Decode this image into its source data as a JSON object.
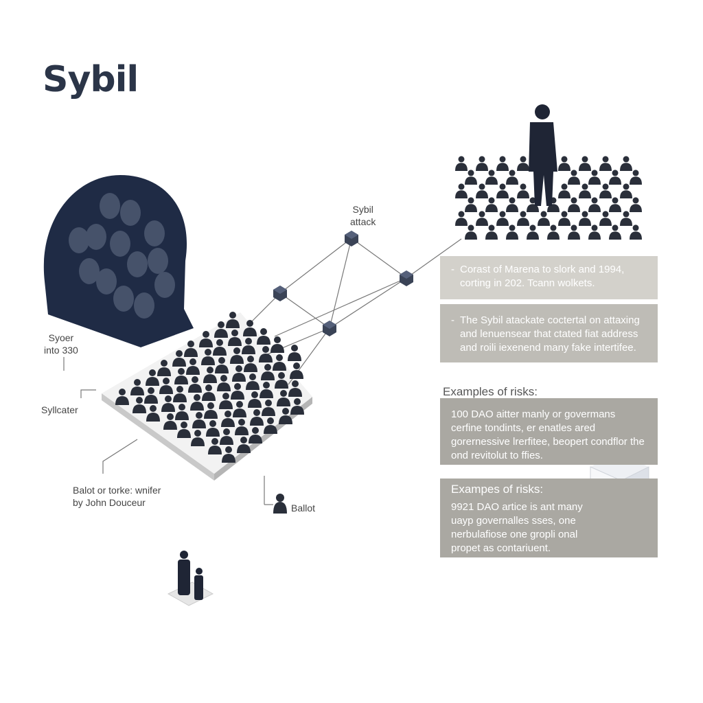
{
  "title": "Sybil",
  "network_label": "Sybil\nattack",
  "labels": {
    "syoer": "Syoer\ninto 330",
    "syllcater": "Syllcater",
    "balot": "Balot or torke: wnifer\nby John Douceur",
    "ballot": "Ballot"
  },
  "boxes": [
    {
      "bullet": "-",
      "text": "Corast of Marena to slork and 1994, corting in 202. Tcann wolkets."
    },
    {
      "bullet": "-",
      "text": "The Sybil atackate coctertal on attaxing and lenuensear that ctated fiat address and roili iexenend many fake intertifee."
    },
    {
      "text": "100 DAO aitter manly or govermans cerfine tondints, er enatles ared gorernessive lrerfitee, beopert condflor the ond revitolut to ffies."
    },
    {
      "heading": "Exampes of risks:",
      "text": "9921 DAO artice is ant many uayp governalles sses, one nerbulafiose one gropli onal propet as contariuent."
    }
  ],
  "risks_heading": "Examples of risks:",
  "colors": {
    "navy": "#1f2b45",
    "figure": "#2a2f3a",
    "node": "#3a4356",
    "box_light": "#d3d1cb",
    "box_mid": "#bebcb6",
    "box_dark": "#aaa8a2"
  }
}
